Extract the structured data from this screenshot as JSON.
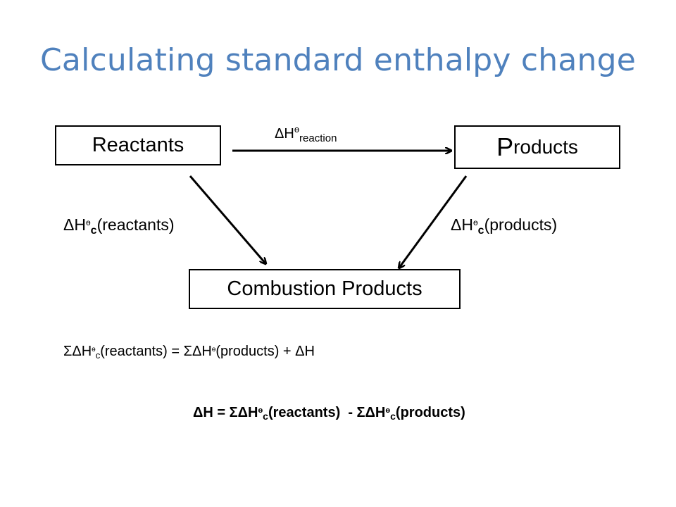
{
  "title": "Calculating standard enthalpy change",
  "boxes": {
    "reactants": "Reactants",
    "products_initial": "P",
    "products_rest": "roducts",
    "combustion": "Combustion Products"
  },
  "arrow_labels": {
    "reaction": {
      "main": "ΔH",
      "sup": "ө",
      "sub": "reaction"
    },
    "left": {
      "main": "ΔH",
      "sup": "ө",
      "sub": "c",
      "tail": "(reactants)"
    },
    "right": {
      "main": "ΔH",
      "sup": "ө",
      "sub": "c",
      "tail": "(products)"
    }
  },
  "equations": {
    "eq1": {
      "p1": "ΣΔH",
      "sup1": "ө",
      "sub1": "c",
      "p2": "(reactants) = ΣΔH",
      "sup2": "ө",
      "p3": "(products) + ΔH"
    },
    "eq2": {
      "p1": "ΔH = ΣΔH",
      "sup1": "ө",
      "sub1": "c",
      "p2": "(reactants)  - ΣΔH",
      "sup2": "ө",
      "sub2": "c",
      "p3": "(products)"
    }
  },
  "colors": {
    "title": "#4f81bd",
    "lines": "#000000"
  }
}
